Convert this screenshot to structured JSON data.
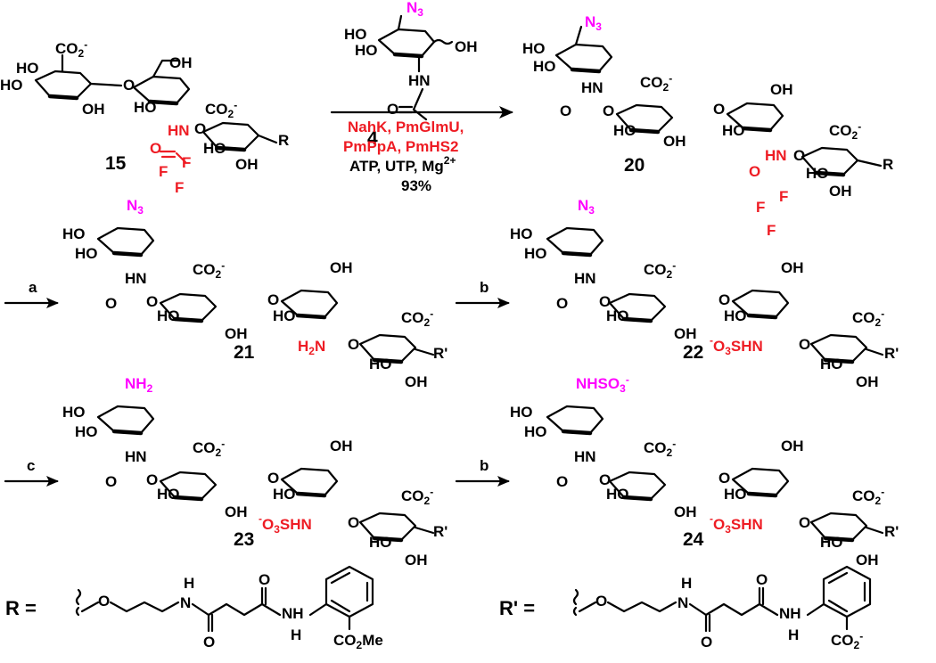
{
  "compounds": {
    "c15": "15",
    "c4": "4",
    "c20": "20",
    "c21": "21",
    "c22": "22",
    "c23": "23",
    "c24": "24"
  },
  "steps": {
    "step1": {
      "enzymes": [
        "NahK, PmGlmU,",
        "PmPpA, PmHS2"
      ],
      "cofactors": "ATP, UTP, Mg",
      "cofactor_sup": "2+",
      "yield": "93%"
    },
    "a": "a",
    "b1": "b",
    "c": "c",
    "b2": "b"
  },
  "groups": {
    "HO": "HO",
    "OH": "OH",
    "O": "O",
    "HN": "HN",
    "NH": "NH",
    "H": "H",
    "N": "N",
    "R": "R",
    "Rp": "R'",
    "H2N": "H2N",
    "NH2": "NH2",
    "N3": "N3",
    "CO2": "CO2",
    "minus": "-",
    "F": "F",
    "O3SHN": "O3SHN",
    "NHSO3": "NHSO3",
    "CO2Me": "CO2Me"
  },
  "definitions": {
    "R_label": "R =",
    "Rp_label": "R' ="
  }
}
